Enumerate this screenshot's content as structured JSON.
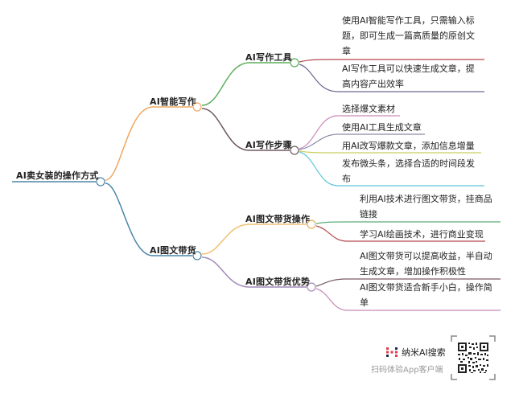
{
  "mindmap": {
    "root": {
      "label": "AI卖女装的操作方式",
      "color": "#4a86a8"
    },
    "branches": [
      {
        "label": "AI智能写作",
        "color": "#f0a860",
        "children": [
          {
            "label": "AI写作工具",
            "color": "#5cae5c",
            "leaves": [
              {
                "text": "使用AI智能写作工具，只需输入标题，即可生成一篇高质量的原创文章",
                "color": "#b5484e"
              },
              {
                "text": "AI写作工具可以快速生成文章，提高内容产出效率",
                "color": "#6c6790"
              }
            ]
          },
          {
            "label": "AI写作步骤",
            "color": "#6e5a60",
            "leaves": [
              {
                "text": "选择爆文素材",
                "color": "#c98ab8"
              },
              {
                "text": "使用AI工具生成文章",
                "color": "#8c8aa8"
              },
              {
                "text": "用AI改写爆款文章，添加信息增量",
                "color": "#c8d060"
              },
              {
                "text": "发布微头条，选择合适的时间段发布",
                "color": "#5cc8d8"
              }
            ]
          }
        ]
      },
      {
        "label": "AI图文带货",
        "color": "#4a86a8",
        "children": [
          {
            "label": "AI图文带货操作",
            "color": "#f0c070",
            "leaves": [
              {
                "text": "利用AI技术进行图文带货，挂商品链接",
                "color": "#5cae78"
              },
              {
                "text": "学习AI绘画技术，进行商业变现",
                "color": "#b5484e"
              }
            ]
          },
          {
            "label": "AI图文带货优势",
            "color": "#a08ab8",
            "leaves": [
              {
                "text": "AI图文带货可以提高收益，半自动生成文章，增加操作积极性",
                "color": "#7a5a60"
              },
              {
                "text": "AI图文带货适合新手小白，操作简单",
                "color": "#c48ab8"
              }
            ]
          }
        ]
      }
    ]
  },
  "footer": {
    "brand_icon": "nami-logo-icon",
    "brand_name": "纳米AI搜索",
    "subtitle": "扫码体验App客户端",
    "qr_icon": "qr-code-icon"
  }
}
